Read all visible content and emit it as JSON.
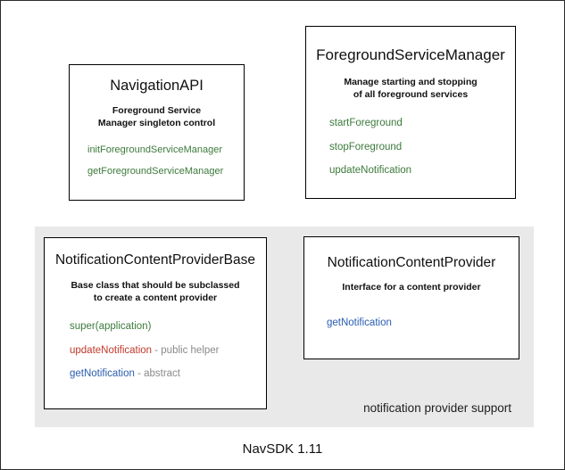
{
  "diagram": {
    "footer_caption": "NavSDK 1.11",
    "group": {
      "label": "notification provider support"
    },
    "boxes": [
      {
        "id": "navigation-api",
        "title": "NavigationAPI",
        "description": "Foreground Service\nManager singleton control",
        "members": [
          {
            "name": "initForegroundServiceManager",
            "note": "",
            "color": "green"
          },
          {
            "name": "getForegroundServiceManager",
            "note": "",
            "color": "green"
          }
        ]
      },
      {
        "id": "foreground-service-manager",
        "title": "ForegroundServiceManager",
        "description": "Manage starting and stopping\nof all foreground services",
        "members": [
          {
            "name": "startForeground",
            "note": "",
            "color": "green"
          },
          {
            "name": "stopForeground",
            "note": "",
            "color": "green"
          },
          {
            "name": "updateNotification",
            "note": "",
            "color": "green"
          }
        ]
      },
      {
        "id": "notification-content-provider-base",
        "title": "NotificationContentProviderBase",
        "description": "Base class that should be subclassed\nto create a content provider",
        "members": [
          {
            "name": "super(application)",
            "note": "",
            "color": "green"
          },
          {
            "name": "updateNotification",
            "note": " - public helper",
            "color": "red"
          },
          {
            "name": "getNotification",
            "note": " - abstract",
            "color": "blue"
          }
        ]
      },
      {
        "id": "notification-content-provider",
        "title": "NotificationContentProvider",
        "description": "Interface for a content provider",
        "members": [
          {
            "name": "getNotification",
            "note": "",
            "color": "blue"
          }
        ]
      }
    ]
  },
  "colors": {
    "green": "#3c7a3c",
    "red": "#c0392b",
    "blue": "#2a5db0",
    "note_gray": "#8a8a8a",
    "group_background": "#e9e9e9",
    "box_border": "#000000",
    "page_border": "#2b2b2b"
  }
}
